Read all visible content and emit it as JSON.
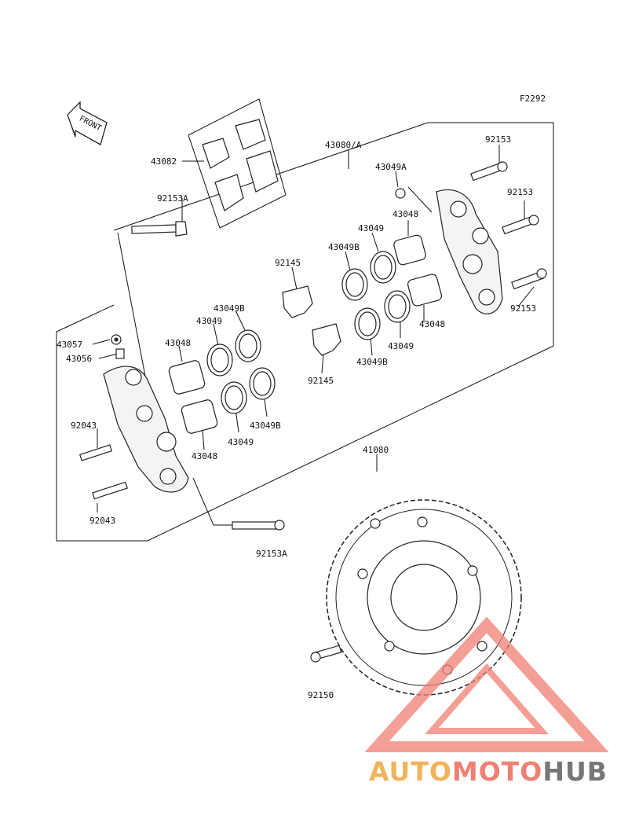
{
  "figure_code": "F2292",
  "front_label": "FRONT",
  "part_numbers": {
    "p43082": "43082",
    "p92153A_top": "92153A",
    "p43080A": "43080/A",
    "p92153_a": "92153",
    "p43049A": "43049A",
    "p92153_b": "92153",
    "p43048_a": "43048",
    "p43049_a": "43049",
    "p43049B_a": "43049B",
    "p92145_a": "92145",
    "p43049B_b": "43049B",
    "p43049_b": "43049",
    "p43048_b": "43048",
    "p43057": "43057",
    "p43056": "43056",
    "p92153_c": "92153",
    "p43048_c": "43048",
    "p43049_c": "43049",
    "p43049B_c": "43049B",
    "p92145_b": "92145",
    "p92043_a": "92043",
    "p49049B_d": "43049B",
    "p43049_d": "43049",
    "p43048_d": "43048",
    "p92043_b": "92043",
    "p92153A_bot": "92153A",
    "p41080": "41080",
    "p92150": "92150"
  },
  "watermark": {
    "part1": "AUTO",
    "part2": "MOTO",
    "part3": "HUB",
    "colors": {
      "orange": "#f2b35a",
      "red": "#f07f74",
      "gray": "#777777"
    }
  }
}
